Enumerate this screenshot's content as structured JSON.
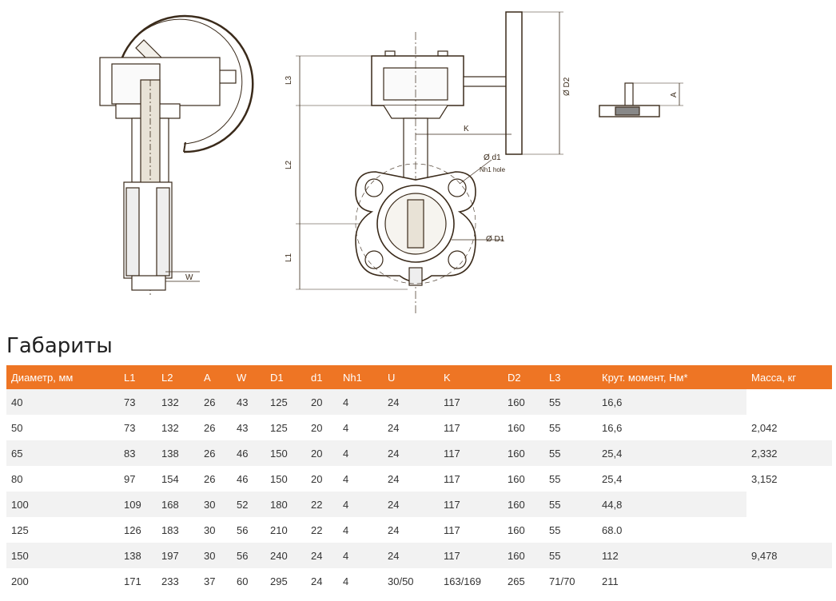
{
  "drawing": {
    "labels": {
      "l3": "L3",
      "l2": "L2",
      "l1": "L1",
      "k": "K",
      "d2": "Ø D2",
      "d1_small": "Ø d1",
      "nh1": "Nh1 hole",
      "d1_big": "Ø D1",
      "w": "W",
      "a": "A"
    }
  },
  "section_title": "Габариты",
  "table": {
    "headers": [
      "Диаметр, мм",
      "L1",
      "L2",
      "A",
      "W",
      "D1",
      "d1",
      "Nh1",
      "U",
      "K",
      "D2",
      "L3",
      "Крут. момент, Нм*",
      "Масса, кг"
    ],
    "rows": [
      [
        "40",
        "73",
        "132",
        "26",
        "43",
        "125",
        "20",
        "4",
        "24",
        "117",
        "160",
        "55",
        "16,6",
        ""
      ],
      [
        "50",
        "73",
        "132",
        "26",
        "43",
        "125",
        "20",
        "4",
        "24",
        "117",
        "160",
        "55",
        "16,6",
        "2,042"
      ],
      [
        "65",
        "83",
        "138",
        "26",
        "46",
        "150",
        "20",
        "4",
        "24",
        "117",
        "160",
        "55",
        "25,4",
        "2,332"
      ],
      [
        "80",
        "97",
        "154",
        "26",
        "46",
        "150",
        "20",
        "4",
        "24",
        "117",
        "160",
        "55",
        "25,4",
        "3,152"
      ],
      [
        "100",
        "109",
        "168",
        "30",
        "52",
        "180",
        "22",
        "4",
        "24",
        "117",
        "160",
        "55",
        "44,8",
        ""
      ],
      [
        "125",
        "126",
        "183",
        "30",
        "56",
        "210",
        "22",
        "4",
        "24",
        "117",
        "160",
        "55",
        "68.0",
        ""
      ],
      [
        "150",
        "138",
        "197",
        "30",
        "56",
        "240",
        "24",
        "4",
        "24",
        "117",
        "160",
        "55",
        "112",
        "9,478"
      ],
      [
        "200",
        "171",
        "233",
        "37",
        "60",
        "295",
        "24",
        "4",
        "30/50",
        "163/169",
        "265",
        "71/70",
        "211",
        ""
      ]
    ]
  }
}
